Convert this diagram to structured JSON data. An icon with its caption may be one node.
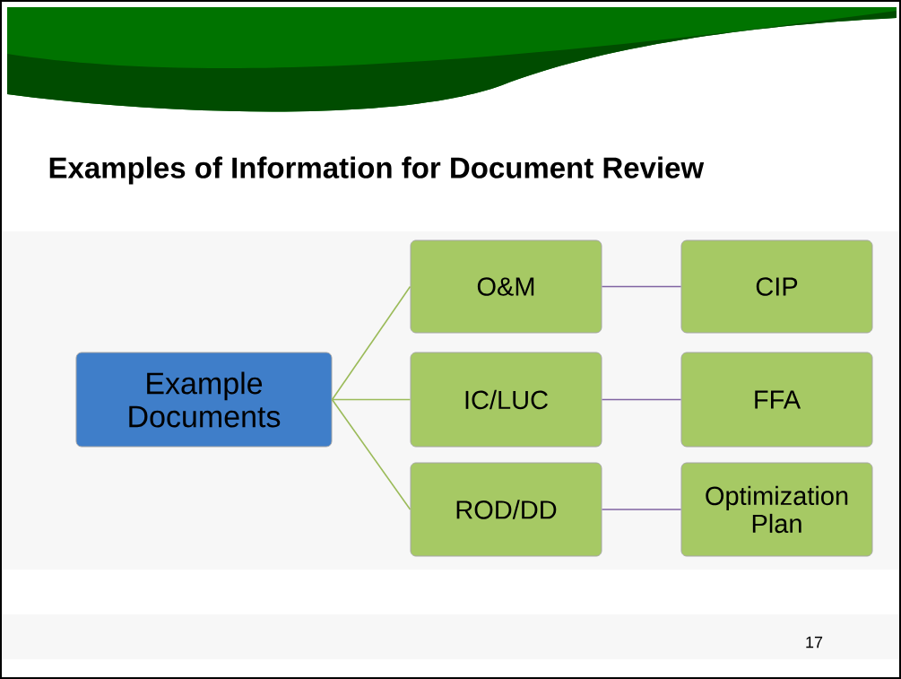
{
  "diagram": {
    "title": "Examples of Information for Document Review",
    "nodes": [
      {
        "text": [
          "Example Documents"
        ]
      },
      {
        "text": [
          "O&M"
        ]
      },
      {
        "text": [
          "IC/LUC"
        ]
      },
      {
        "text": [
          "ROD/DD"
        ]
      },
      {
        "text": [
          "CIP"
        ]
      },
      {
        "text": [
          "FFA"
        ]
      },
      {
        "text": [
          "Optimization Plan"
        ]
      }
    ],
    "edges": [
      {
        "from": 0,
        "to": 1,
        "arrow": "none",
        "color": "#9bbb59"
      },
      {
        "from": 0,
        "to": 2,
        "arrow": "none",
        "color": "#9bbb59"
      },
      {
        "from": 0,
        "to": 3,
        "arrow": "none",
        "color": "#9bbb59"
      },
      {
        "from": 1,
        "to": 4,
        "arrow": "none",
        "color": "#8064a2"
      },
      {
        "from": 2,
        "to": 5,
        "arrow": "none",
        "color": "#8064a2"
      },
      {
        "from": 3,
        "to": 6,
        "arrow": "none",
        "color": "#8064a2"
      }
    ],
    "labels": [
      "17"
    ]
  }
}
